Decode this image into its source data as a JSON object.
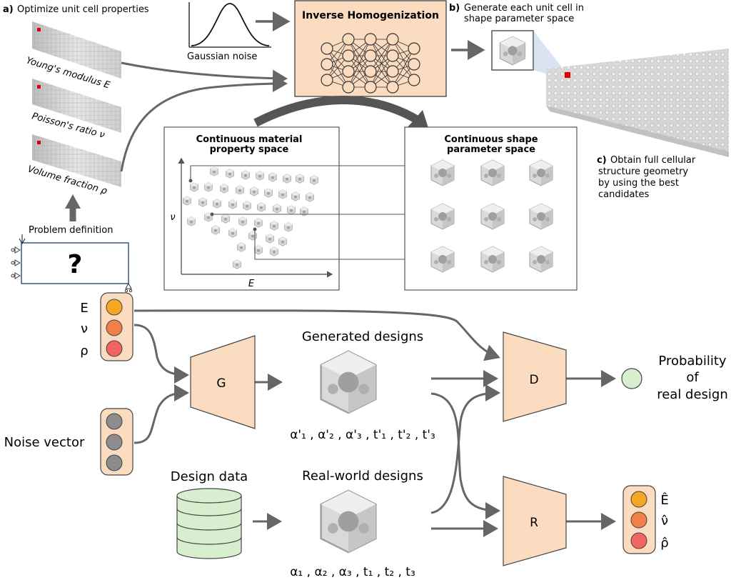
{
  "panel_a": {
    "letter": "a)",
    "title": "Optimize unit cell properties",
    "labels": [
      "Young's modulus E",
      "Poisson's ratio ν",
      "Volume fraction ρ"
    ]
  },
  "problem": {
    "label": "Problem definition",
    "symbol": "?"
  },
  "noise": {
    "label": "Gaussian noise"
  },
  "inverse": {
    "title": "Inverse Homogenization"
  },
  "panel_b": {
    "letter": "b)",
    "lines": [
      "Generate each unit cell in",
      "shape parameter space"
    ]
  },
  "panel_c": {
    "letter": "c)",
    "lines": [
      "Obtain full cellular",
      "structure geometry",
      "by using the best",
      "candidates"
    ]
  },
  "property_space": {
    "title": [
      "Continuous material",
      "property space"
    ],
    "xlabel": "E",
    "ylabel": "ν"
  },
  "shape_space": {
    "title": [
      "Continuous shape",
      "parameter space"
    ]
  },
  "gan": {
    "inputs": [
      "E",
      "ν",
      "ρ"
    ],
    "noise_vector": "Noise vector",
    "generator": "G",
    "discriminator": "D",
    "regressor": "R",
    "generated_title": "Generated designs",
    "generated_params": "α'₁ , α'₂ , α'₃ , t'₁ , t'₂ , t'₃",
    "design_data": "Design data",
    "real_title": "Real-world designs",
    "real_params": "α₁ , α₂ , α₃ , t₁ , t₂ , t₃",
    "prob_lines": [
      "Probability",
      "of",
      "real design"
    ],
    "outputs": [
      "Ê",
      "ν̂",
      "ρ̂"
    ]
  },
  "colors": {
    "peach": "#fbdcc0",
    "orange": "#f5a623",
    "orange_red": "#f08048",
    "red": "#f26464",
    "grey_node": "#8c8c8c",
    "green": "#d8efcf",
    "arrow": "#666666",
    "highlight": "#e00000"
  }
}
